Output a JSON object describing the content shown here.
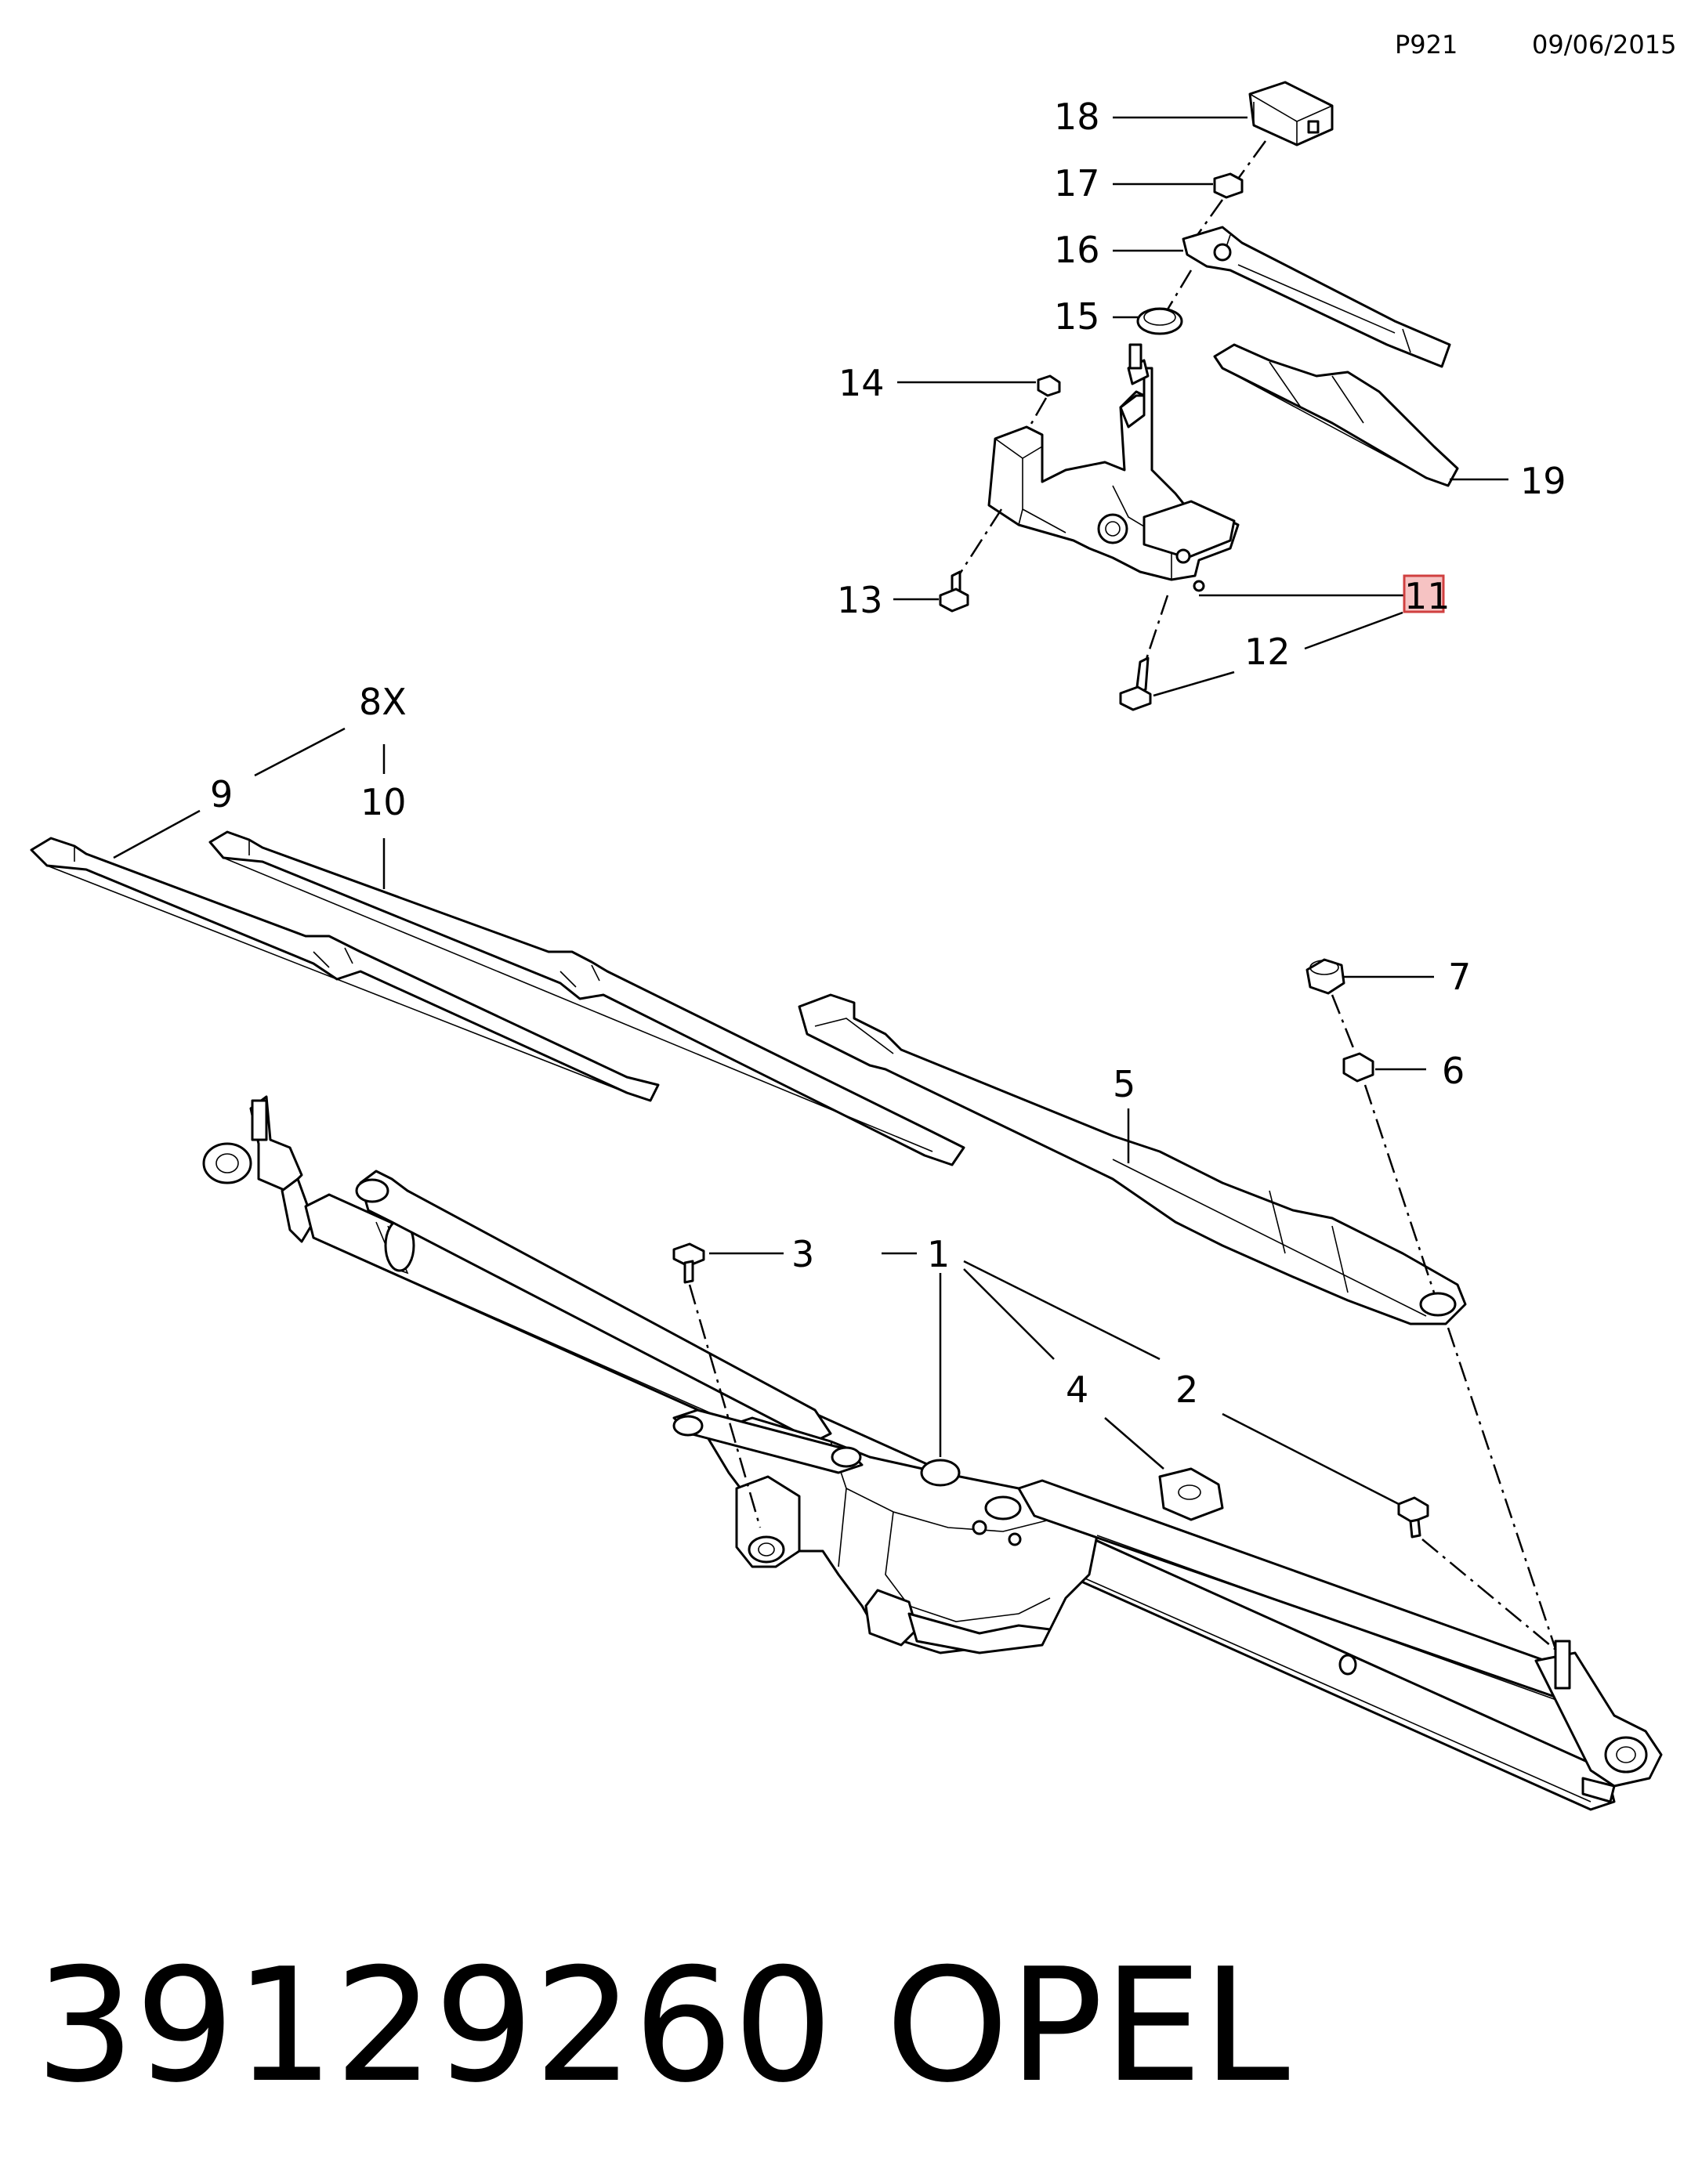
{
  "header": {
    "code": "P921",
    "date": "09/06/2015"
  },
  "footer": {
    "part_number": "39129260",
    "brand": "OPEL"
  },
  "callouts": {
    "c18": "18",
    "c17": "17",
    "c16": "16",
    "c15": "15",
    "c14": "14",
    "c19": "19",
    "c13": "13",
    "c11": "11",
    "c12": "12",
    "c8x": "8X",
    "c9": "9",
    "c10": "10",
    "c7": "7",
    "c6": "6",
    "c5": "5",
    "c3": "3",
    "c1": "1",
    "c4": "4",
    "c2": "2"
  },
  "highlight": {
    "label": "11",
    "color": "#f6c3c3"
  }
}
